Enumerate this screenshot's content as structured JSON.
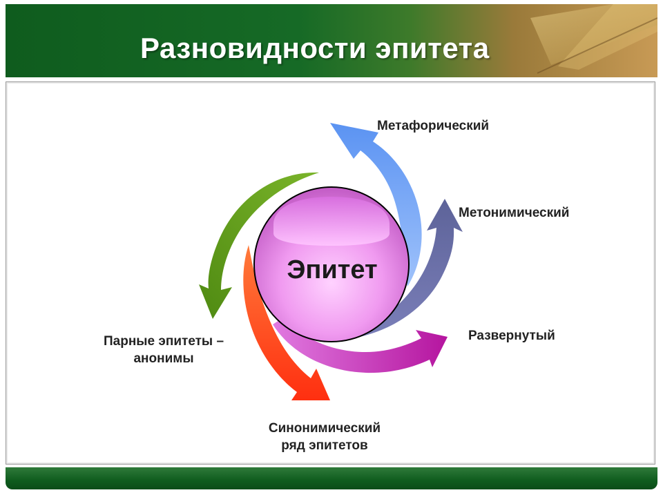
{
  "slide": {
    "title": "Разновидности эпитета"
  },
  "diagram": {
    "center": "Эпитет",
    "items": [
      {
        "label": "Метафорический",
        "color": "#6fa3f5"
      },
      {
        "label": "Метонимический",
        "color": "#6a6fa8"
      },
      {
        "label": "Развернутый",
        "color": "#c22fae"
      },
      {
        "label_line1": "Синонимический",
        "label_line2": "ряд эпитетов",
        "color": "#ff4a1a"
      },
      {
        "label_line1": "Парные эпитеты –",
        "label_line2": "анонимы",
        "color": "#5f9a1a"
      }
    ],
    "center_color": "#f08ef0"
  }
}
